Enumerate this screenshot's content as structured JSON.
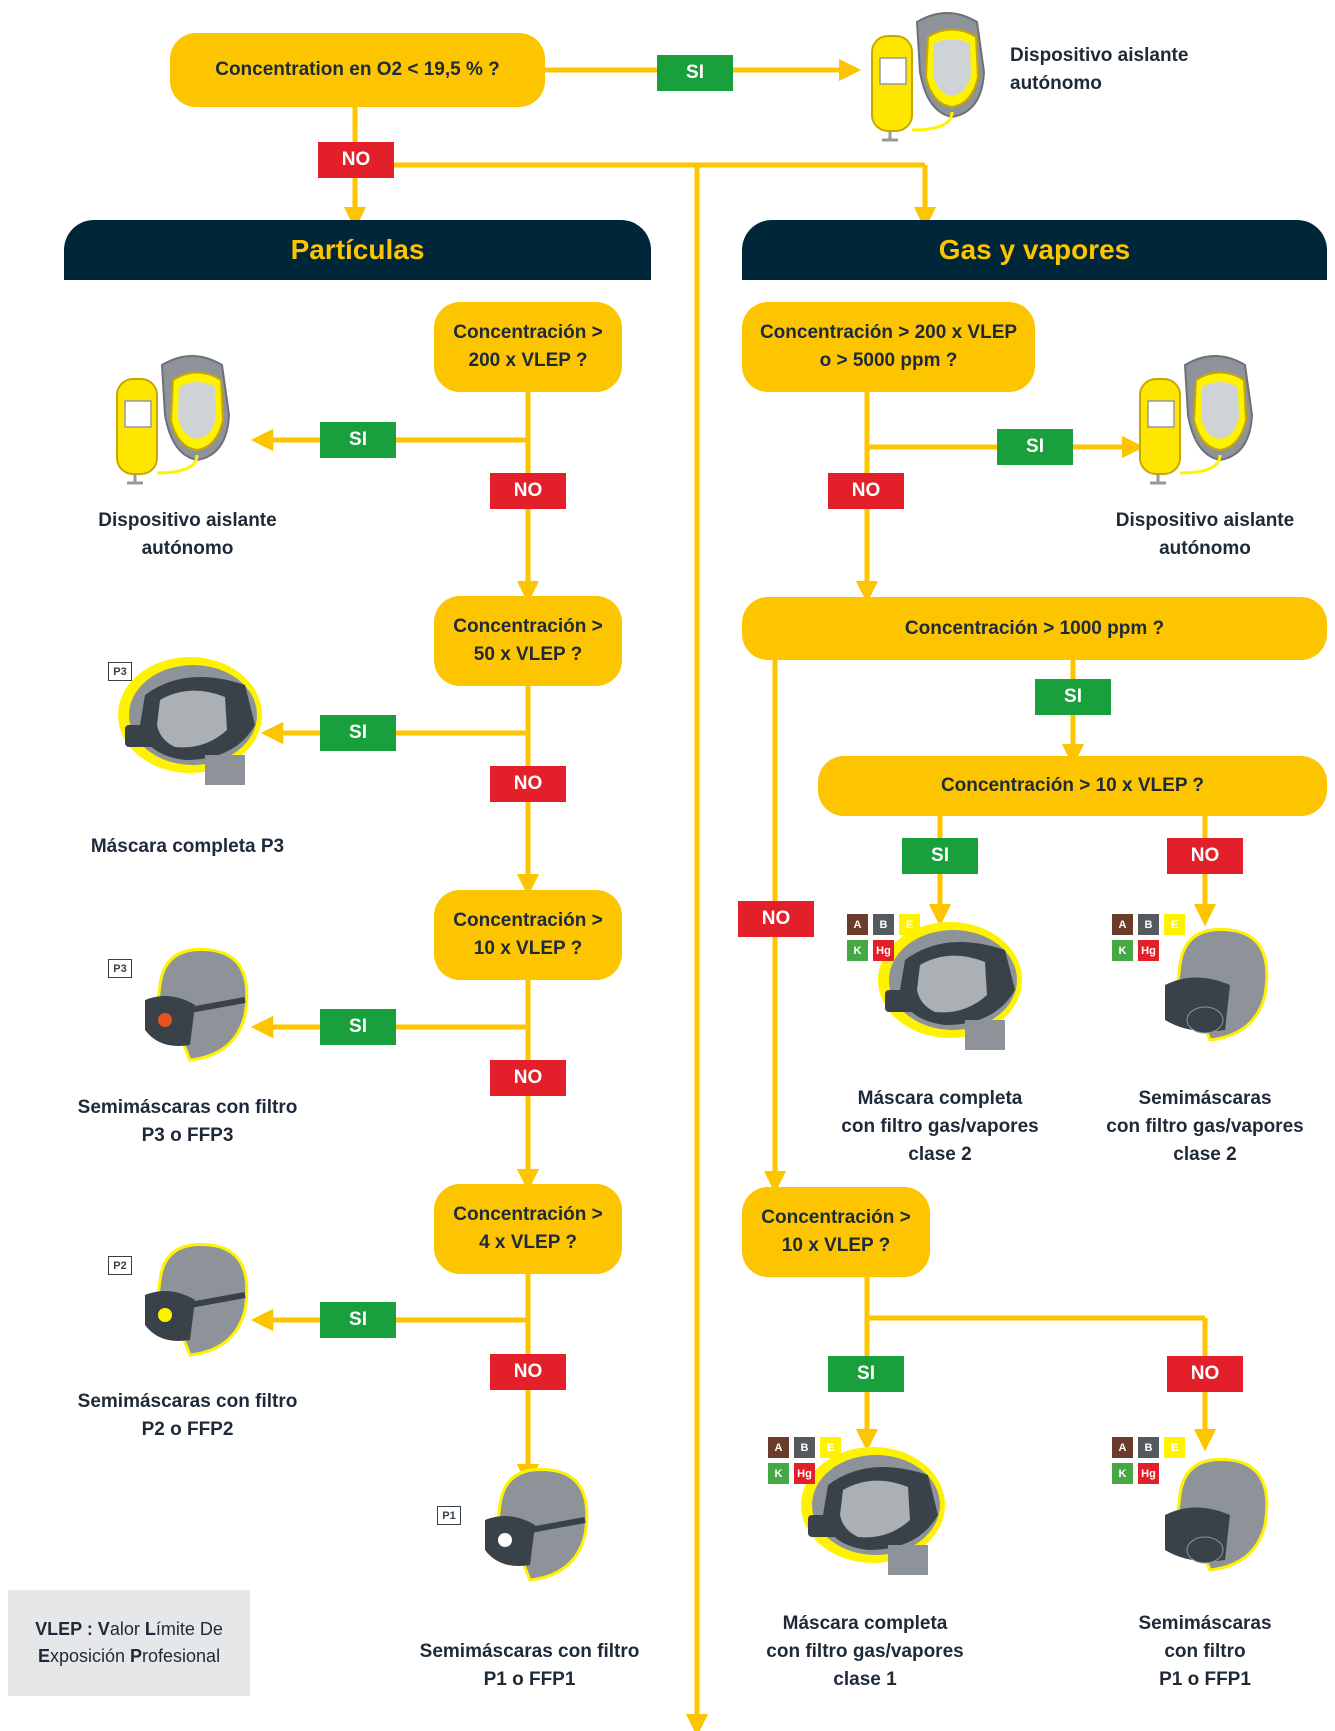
{
  "colors": {
    "accent": "#fdc500",
    "dark": "#00263a",
    "yes": "#19a03c",
    "no": "#e3202a"
  },
  "top": {
    "question": "Concentration en O2 < 19,5 % ?",
    "si": "SI",
    "no": "NO",
    "result": "Dispositivo aislante\nautónomo"
  },
  "particulas": {
    "header": "Partículas",
    "steps": [
      {
        "question": "Concentración >\n200 x VLEP ?",
        "si": "SI",
        "no": "NO",
        "result": "Dispositivo aislante\nautónomo"
      },
      {
        "question": "Concentración >\n50 x VLEP ?",
        "si": "SI",
        "no": "NO",
        "result": "Máscara completa P3",
        "badge": "P3"
      },
      {
        "question": "Concentración >\n10 x VLEP ?",
        "si": "SI",
        "no": "NO",
        "result": "Semimáscaras con filtro\nP3 o FFP3",
        "badge": "P3"
      },
      {
        "question": "Concentración >\n4 x VLEP ?",
        "si": "SI",
        "no": "NO",
        "result": "Semimáscaras con filtro\nP2 o FFP2",
        "badge": "P2"
      }
    ],
    "final": {
      "result": "Semimáscaras con filtro\nP1 o FFP1",
      "badge": "P1"
    }
  },
  "gas": {
    "header": "Gas y vapores",
    "q1": {
      "question": "Concentración > 200 x VLEP\no > 5000 ppm ?",
      "si": "SI",
      "no": "NO",
      "result": "Dispositivo aislante\nautónomo"
    },
    "q2": {
      "question": "Concentración > 1000 ppm ?",
      "si": "SI",
      "no": "NO"
    },
    "q3": {
      "question": "Concentración > 10 x VLEP ?",
      "si": "SI",
      "no": "NO",
      "result_si": "Máscara completa\ncon filtro gas/vapores\nclase 2",
      "result_no": "Semimáscaras\ncon filtro gas/vapores\nclase 2"
    },
    "q4": {
      "question": "Concentración >\n10 x VLEP ?",
      "si": "SI",
      "no": "NO",
      "result_si": "Máscara completa\ncon filtro gas/vapores\nclase 1",
      "result_no": "Semimáscaras\ncon filtro\nP1 o FFP1"
    },
    "filters": [
      "A",
      "B",
      "E",
      "K",
      "Hg"
    ]
  },
  "legend": {
    "l1_b": "VLEP : V",
    "l1_a": "alor ",
    "l1_c": "L",
    "l1_d": "ímite De",
    "l2_b": "E",
    "l2_a": "xposición ",
    "l2_c": "P",
    "l2_d": "rofesional"
  }
}
